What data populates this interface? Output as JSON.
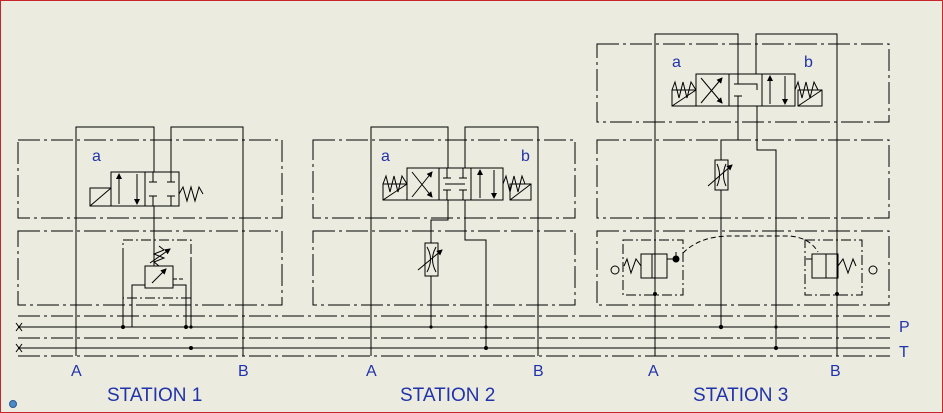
{
  "colors": {
    "background": "#ebebdf",
    "line": "#000000",
    "label": "#2233aa",
    "frame": "#c8242c"
  },
  "rail_labels": {
    "p": "P",
    "t": "T"
  },
  "stations": [
    {
      "name": "STATION 1",
      "port_a": "A",
      "port_b": "B",
      "sol_a": "a"
    },
    {
      "name": "STATION 2",
      "port_a": "A",
      "port_b": "B",
      "sol_a": "a",
      "sol_b": "b"
    },
    {
      "name": "STATION 3",
      "port_a": "A",
      "port_b": "B",
      "sol_a": "a",
      "sol_b": "b"
    }
  ]
}
